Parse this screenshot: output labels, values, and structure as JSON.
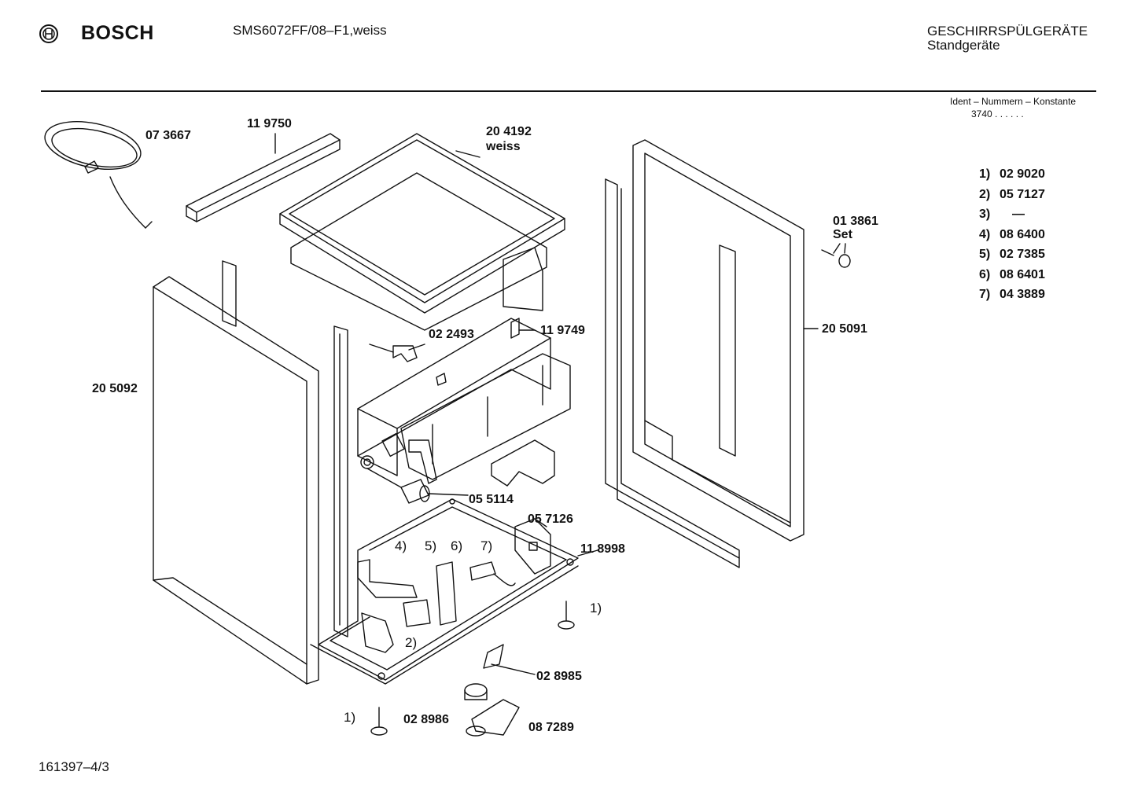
{
  "header": {
    "brand": "BOSCH",
    "model": "SMS6072FF/08–F1,weiss",
    "category": "GESCHIRRSPÜLGERÄTE",
    "subcategory": "Standgeräte",
    "ident_label": "Ident – Nummern – Konstante",
    "ident_value": "3740 . .  . . . ."
  },
  "parts": {
    "p073667": "07 3667",
    "p119750": "11 9750",
    "p204192": "20 4192",
    "p204192_color": "weiss",
    "p013861": "01 3861",
    "p013861_set": "Set",
    "p022493": "02 2493",
    "p119749": "11 9749",
    "p205091": "20 5091",
    "p205092": "20 5092",
    "p055114": "05 5114",
    "p057126": "05 7126",
    "p118998": "11 8998",
    "p028985": "02 8985",
    "p028986": "02 8986",
    "p087289": "08 7289"
  },
  "callouts": {
    "c1a": "1)",
    "c1b": "1)",
    "c2": "2)",
    "c4": "4)",
    "c5": "5)",
    "c6": "6)",
    "c7": "7)"
  },
  "legend": [
    {
      "key": "1)",
      "value": "02 9020"
    },
    {
      "key": "2)",
      "value": "05 7127"
    },
    {
      "key": "3)",
      "value": "—"
    },
    {
      "key": "4)",
      "value": "08 6400"
    },
    {
      "key": "5)",
      "value": "02 7385"
    },
    {
      "key": "6)",
      "value": "08 6401"
    },
    {
      "key": "7)",
      "value": "04 3889"
    }
  ],
  "footer": {
    "doc_number": "161397–4/3"
  }
}
